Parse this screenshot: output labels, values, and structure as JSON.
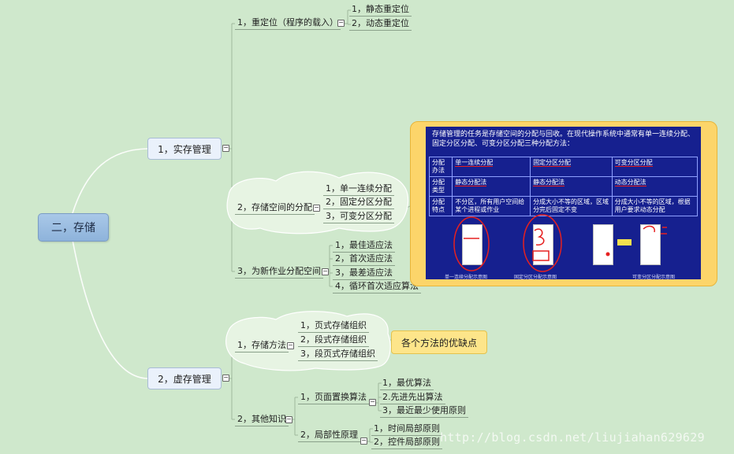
{
  "root": {
    "label": "二，存储"
  },
  "real_memory": {
    "label": "1，实存管理",
    "relocation": {
      "label": "1，重定位（程序的载入）",
      "children": [
        "1，静态重定位",
        "2，动态重定位"
      ]
    },
    "allocation": {
      "label": "2，存储空间的分配",
      "children": [
        "1，单一连续分配",
        "2，固定分区分配",
        "3，可变分区分配"
      ]
    },
    "new_job": {
      "label": "3，为新作业分配空间",
      "children": [
        "1，最佳适应法",
        "2，首次适应法",
        "3，最差适应法",
        "4，循环首次适应算法"
      ]
    }
  },
  "virtual_memory": {
    "label": "2，虚存管理",
    "storage_methods": {
      "label": "1，存储方法",
      "children": [
        "1，页式存储组织",
        "2，段式存储组织",
        "3，段页式存储组织"
      ]
    },
    "callout": "各个方法的优缺点",
    "other": {
      "label": "2，其他知识",
      "page_replacement": {
        "label": "1，页面置换算法",
        "children": [
          "1，最优算法",
          "2.先进先出算法",
          "3，最近最少使用原则"
        ]
      },
      "locality": {
        "label": "2，局部性原理",
        "children": [
          "1，时间局部原则",
          "2，控件局部原则"
        ]
      }
    }
  },
  "toggle_symbol": "−",
  "slide": {
    "intro": "存储管理的任务是存储空间的分配与回收。在现代操作系统中通常有单一连续分配、固定分区分配、可变分区分配三种分配方法：",
    "table": [
      [
        "分配办法",
        "单一连续分配",
        "固定分区分配",
        "可变分区分配"
      ],
      [
        "分配类型",
        "静态分配法",
        "静态分配法",
        "动态分配法"
      ],
      [
        "分配特点",
        "不分区，所有用户空间给某个进程或作业",
        "分成大小不等的区域，区域分完后固定不变",
        "分成大小不等的区域，根据用户要求动态分配"
      ]
    ],
    "captions": [
      "单一连续分配示意图",
      "固定分区分配示意图",
      "可变分区分配示意图"
    ]
  },
  "watermark": "http://blog.csdn.net/liujiahan629629"
}
